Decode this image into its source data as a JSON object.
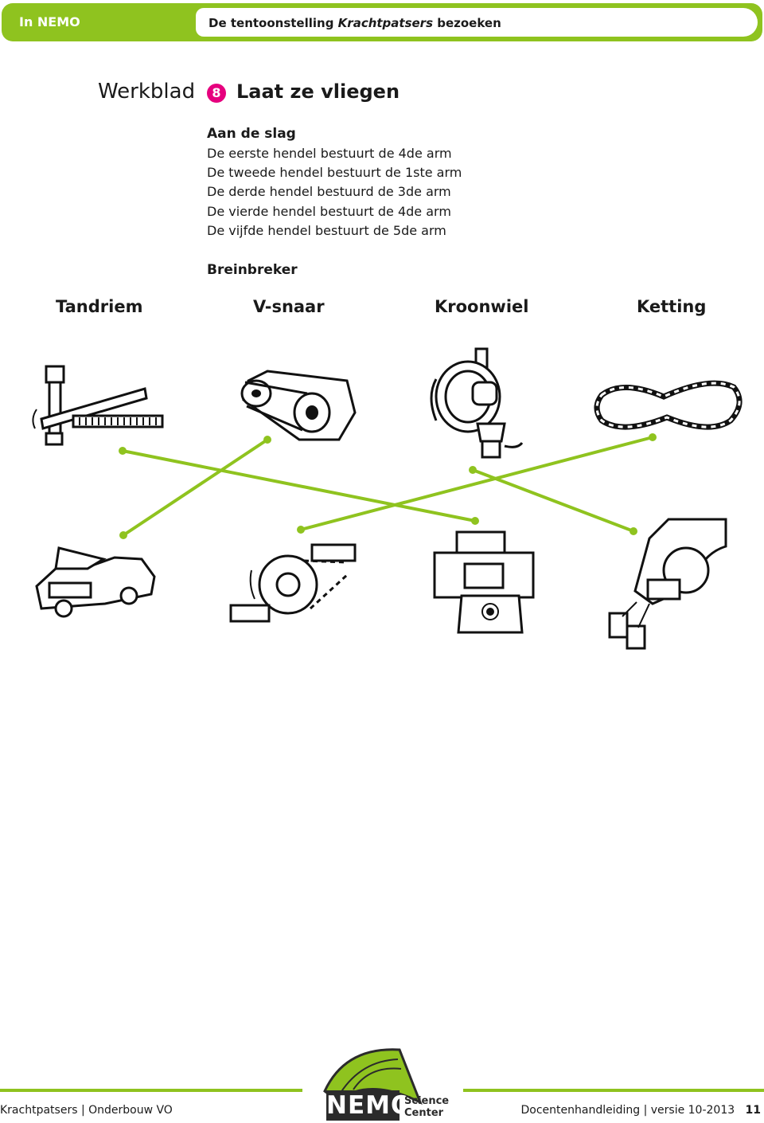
{
  "header": {
    "section": "In NEMO",
    "title_prefix": "De tentoonstelling ",
    "title_italic": "Krachtpatsers",
    "title_suffix": " bezoeken"
  },
  "sheet": {
    "label": "Werkblad",
    "number": "8",
    "title": "Laat ze vliegen"
  },
  "aan_de_slag": {
    "heading": "Aan de slag",
    "lines": [
      "De eerste hendel bestuurt de 4de arm",
      "De tweede hendel bestuurt de 1ste arm",
      "De derde hendel bestuurd de 3de arm",
      "De vierde hendel bestuurt de 4de arm",
      "De vijfde hendel bestuurt de 5de arm"
    ]
  },
  "breinbreker": {
    "heading": "Breinbreker",
    "columns": [
      "Tandriem",
      "V-snaar",
      "Kroonwiel",
      "Ketting"
    ],
    "top_images": [
      "rack-and-pinion-icon",
      "belt-engine-icon",
      "crown-gear-icon",
      "chain-icon"
    ],
    "bottom_images": [
      "car-engine-icon",
      "bicycle-gear-icon",
      "printer-icon",
      "hand-drill-icon"
    ],
    "line_color": "#8fc31f"
  },
  "footer": {
    "left": "Krachtpatsers | Onderbouw VO",
    "right_text": "Docentenhandleiding | versie 10-2013",
    "page": "11",
    "logo_word": "NEMO",
    "logo_sub1": "Science",
    "logo_sub2": "Center"
  },
  "colors": {
    "accent": "#8fc31f",
    "badge": "#e6007e"
  }
}
